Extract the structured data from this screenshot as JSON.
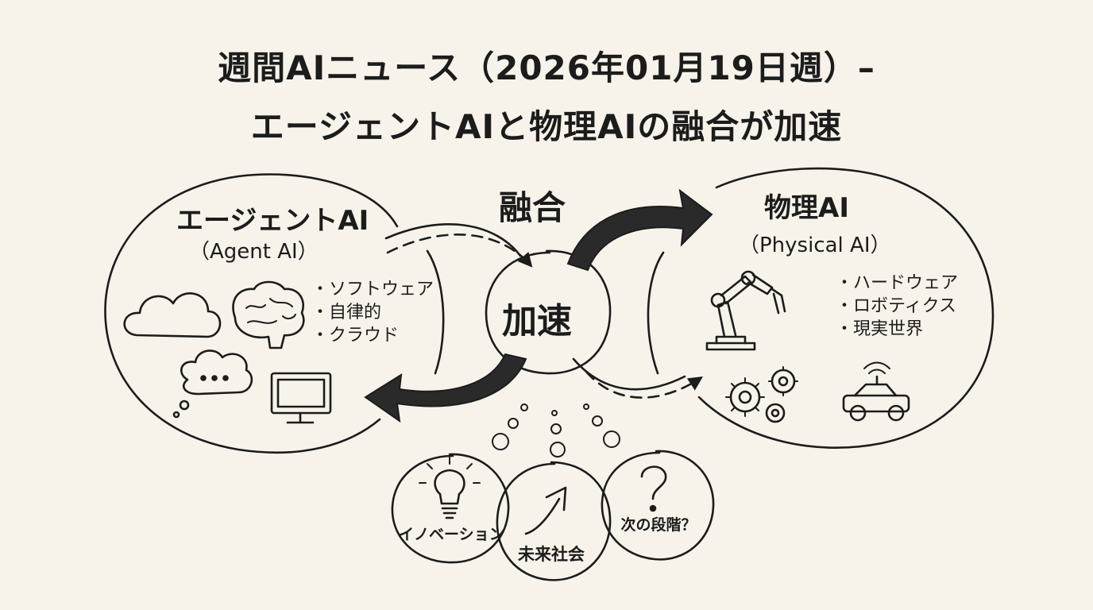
{
  "title": {
    "line1": "週間AIニュース（2026年01月19日週）–",
    "line2": "エージェントAIと物理AIの融合が加速"
  },
  "left": {
    "heading": "エージェントAI",
    "subheading": "（Agent AI）",
    "bullets": [
      "・ソフトウェア",
      "・自律的",
      "・クラウド"
    ],
    "icons": [
      "cloud-icon",
      "brain-icon",
      "thought-bubble-icon",
      "monitor-icon"
    ]
  },
  "right": {
    "heading": "物理AI",
    "subheading": "（Physical AI）",
    "bullets": [
      "・ハードウェア",
      "・ロボティクス",
      "・現実世界"
    ],
    "icons": [
      "robot-arm-icon",
      "gears-icon",
      "robot-car-icon"
    ]
  },
  "center": {
    "fusion_label": "融合",
    "accel_label": "加速"
  },
  "bottom": {
    "circles": [
      {
        "label": "イノベーション",
        "icon": "lightbulb-icon"
      },
      {
        "label": "未来社会",
        "icon": "up-arrow-icon"
      },
      {
        "label": "次の段階？",
        "icon": "question-icon"
      }
    ]
  },
  "colors": {
    "ink": "#1c1c1c",
    "paper": "#f7f3ea"
  }
}
